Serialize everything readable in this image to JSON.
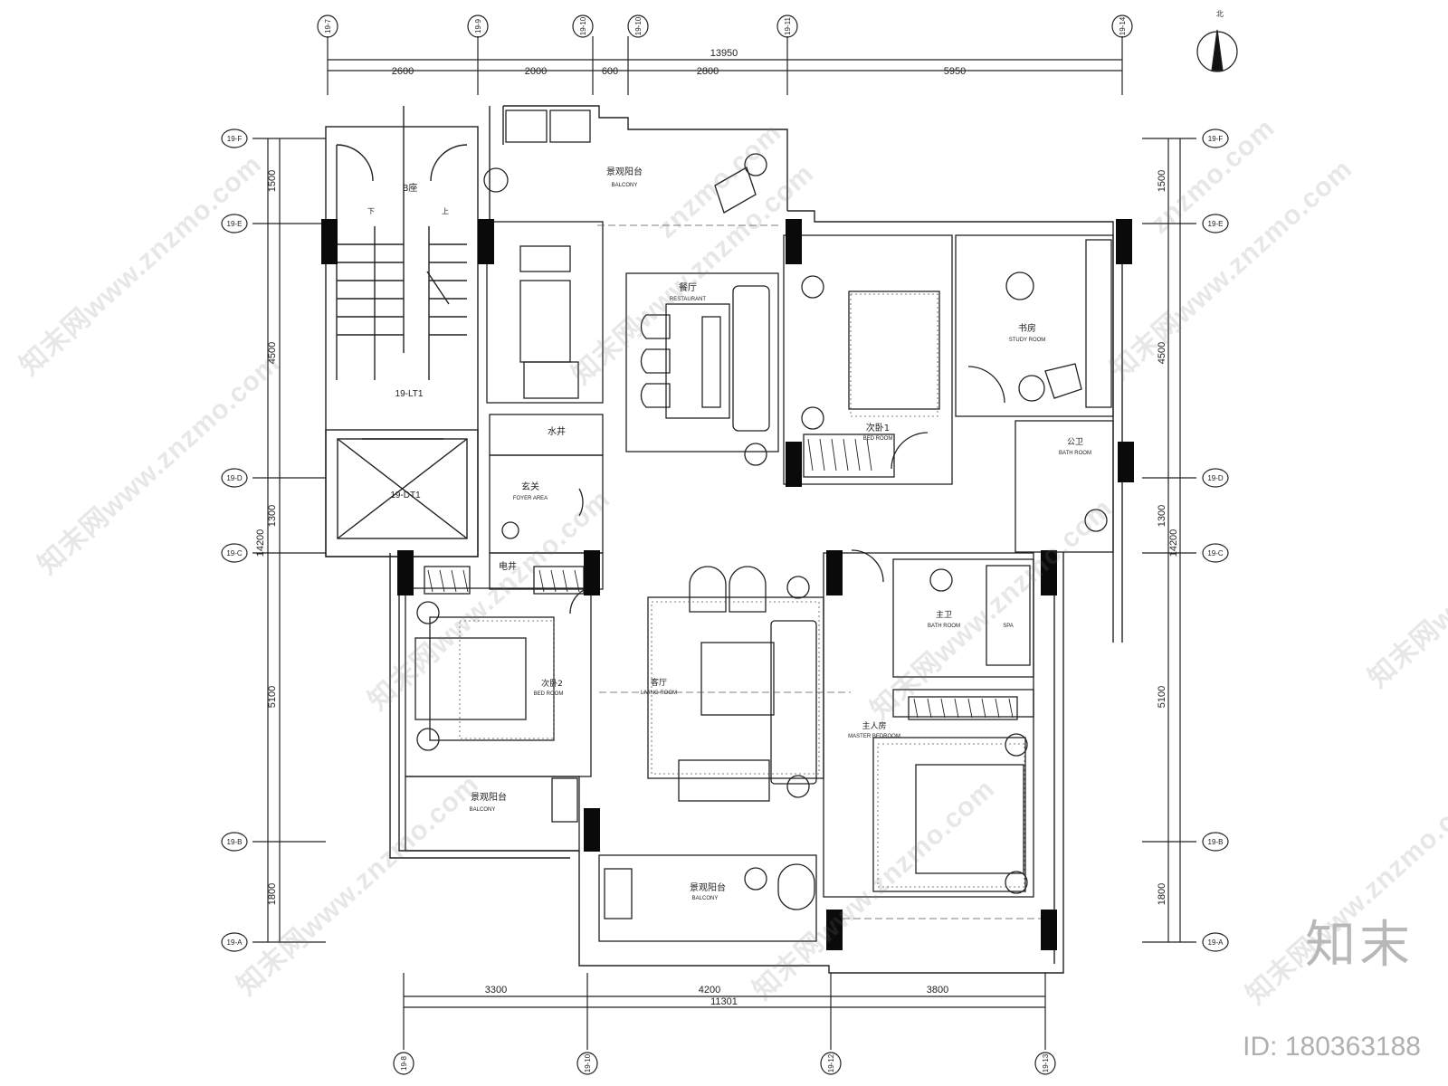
{
  "drawing": {
    "north_label": "北",
    "top_axes": [
      "19-7",
      "19-9",
      "19-10",
      "19-10",
      "19-11",
      "19-14"
    ],
    "top_total": "13950",
    "top_dims": [
      "2600",
      "2000",
      "600",
      "2800",
      "5950"
    ],
    "bottom_axes": [
      "19-8",
      "19-10",
      "19-12",
      "19-13"
    ],
    "bottom_total": "11301",
    "bottom_dims": [
      "3300",
      "4200",
      "3800"
    ],
    "left_axes": [
      "19-F",
      "19-E",
      "19-D",
      "19-C",
      "19-B",
      "19-A"
    ],
    "right_axes": [
      "19-F",
      "19-E",
      "19-D",
      "19-C",
      "19-B",
      "19-A"
    ],
    "left_dims": [
      "1500",
      "4500",
      "1300",
      "5100",
      "1800"
    ],
    "right_dims": [
      "1500",
      "4500",
      "1300",
      "5100",
      "1800"
    ],
    "side_total": "14200",
    "stair": {
      "label": "B座",
      "down": "下",
      "up": "上",
      "code": "19-LT1"
    },
    "elevator": {
      "code": "19-DT1"
    },
    "rooms": {
      "balcony_top": {
        "cn": "景观阳台",
        "en": "BALCONY"
      },
      "restaurant": {
        "cn": "餐厅",
        "en": "RESTAURANT"
      },
      "bedroom1": {
        "cn": "次卧1",
        "en": "BED ROOM"
      },
      "study": {
        "cn": "书房",
        "en": "STUDY ROOM"
      },
      "bath_public": {
        "cn": "公卫",
        "en": "BATH ROOM"
      },
      "water_shaft": {
        "cn": "水井"
      },
      "foyer": {
        "cn": "玄关",
        "en": "FOYER AREA"
      },
      "elec_shaft": {
        "cn": "电井"
      },
      "bedroom2": {
        "cn": "次卧2",
        "en": "BED ROOM"
      },
      "living": {
        "cn": "客厅",
        "en": "LIVING ROOM"
      },
      "bath_master": {
        "cn": "主卫",
        "en": "BATH ROOM"
      },
      "spa": {
        "en": "SPA"
      },
      "master": {
        "cn": "主人房",
        "en": "MASTER BEDROOM"
      },
      "balcony_left": {
        "cn": "景观阳台",
        "en": "BALCONY"
      },
      "balcony_bottom": {
        "cn": "景观阳台",
        "en": "BALCONY"
      }
    }
  },
  "watermark": {
    "text": "知末网www.znzmo.com",
    "short": "znzmo.com"
  },
  "brand": {
    "logo": "知末",
    "id_text": "ID: 180363188"
  }
}
